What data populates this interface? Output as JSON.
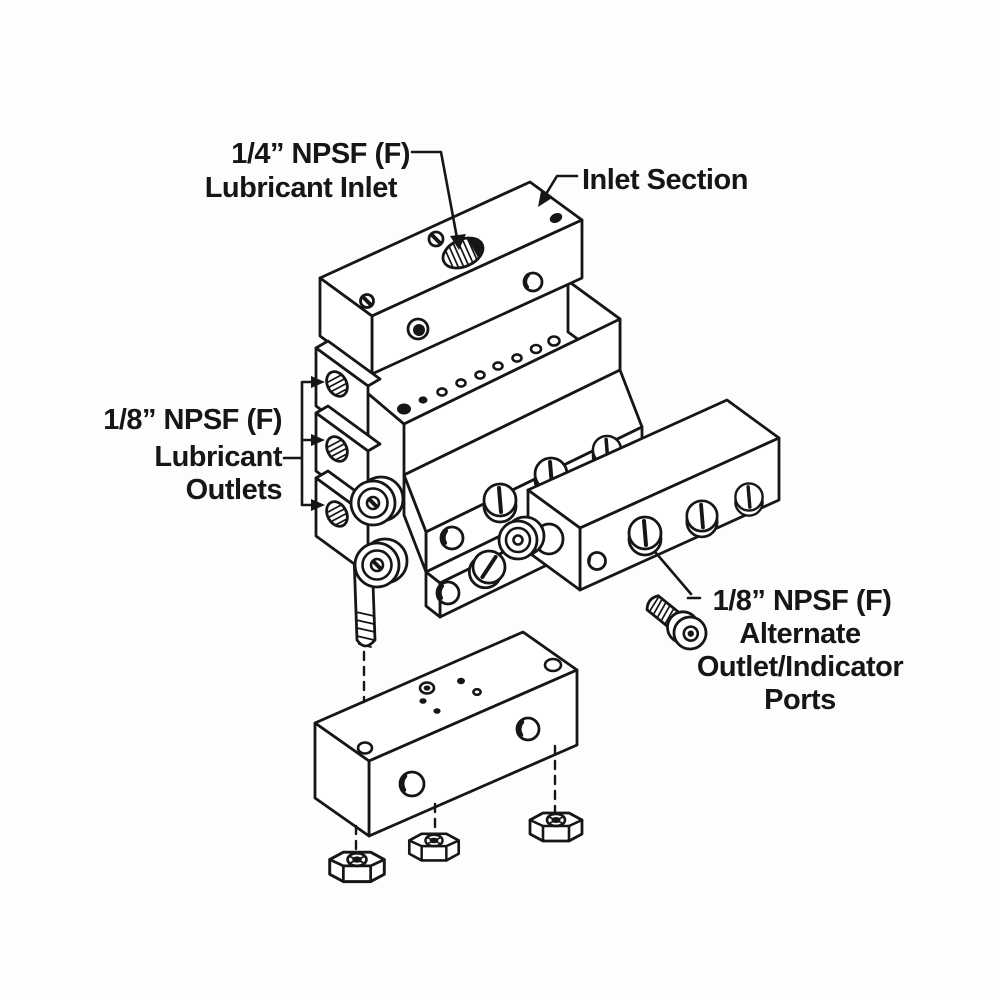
{
  "labels": {
    "lubricant_inlet": {
      "line1": "1/4” NPSF (F)",
      "line2": "Lubricant Inlet"
    },
    "inlet_section": {
      "text": "Inlet Section"
    },
    "lubricant_outlets": {
      "line1": "1/8” NPSF (F)",
      "line2": "Lubricant",
      "line3": "Outlets"
    },
    "alternate_ports": {
      "line1": "1/8” NPSF (F)",
      "line2": "Alternate",
      "line3": "Outlet/Indicator",
      "line4": "Ports"
    }
  },
  "colors": {
    "ink": "#161616",
    "paper": "#fdfdfc"
  }
}
